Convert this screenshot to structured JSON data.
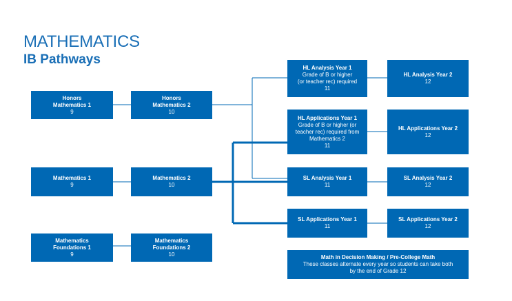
{
  "header": {
    "title": "MATHEMATICS",
    "subtitle": "IB Pathways"
  },
  "colors": {
    "box_fill": "#0068b4",
    "title": "#1a6fb6",
    "line": "#0068b4"
  },
  "boxes": {
    "honors_math_1": {
      "line1": "Honors",
      "line2": "Mathematics 1",
      "grade": "9"
    },
    "honors_math_2": {
      "line1": "Honors",
      "line2": "Mathematics 2",
      "grade": "10"
    },
    "math_1": {
      "label": "Mathematics 1",
      "grade": "9"
    },
    "math_2": {
      "label": "Mathematics 2",
      "grade": "10"
    },
    "foundations_1": {
      "line1": "Mathematics",
      "line2": "Foundations 1",
      "grade": "9"
    },
    "foundations_2": {
      "line1": "Mathematics",
      "line2": "Foundations 2",
      "grade": "10"
    },
    "hl_analysis_1": {
      "label": "HL Analysis Year 1",
      "note1": "Grade of B or higher",
      "note2": "(or teacher rec) required",
      "grade": "11"
    },
    "hl_analysis_2": {
      "label": "HL Analysis Year 2",
      "grade": "12"
    },
    "hl_applications_1": {
      "label": "HL Applications Year 1",
      "note1": "Grade of B or higher (or",
      "note2": "teacher rec) required from",
      "note3": "Mathematics 2",
      "grade": "11"
    },
    "hl_applications_2": {
      "label": "HL Applications Year 2",
      "grade": "12"
    },
    "sl_analysis_1": {
      "label": "SL Analysis Year 1",
      "grade": "11"
    },
    "sl_analysis_2": {
      "label": "SL Analysis Year 2",
      "grade": "12"
    },
    "sl_applications_1": {
      "label": "SL Applications Year 1",
      "grade": "11"
    },
    "sl_applications_2": {
      "label": "SL Applications Year 2",
      "grade": "12"
    },
    "decision_making": {
      "label": "Math in Decision Making / Pre-College Math",
      "note1": "These classes alternate every year so students can take both",
      "note2": "by the end of Grade 12"
    }
  }
}
